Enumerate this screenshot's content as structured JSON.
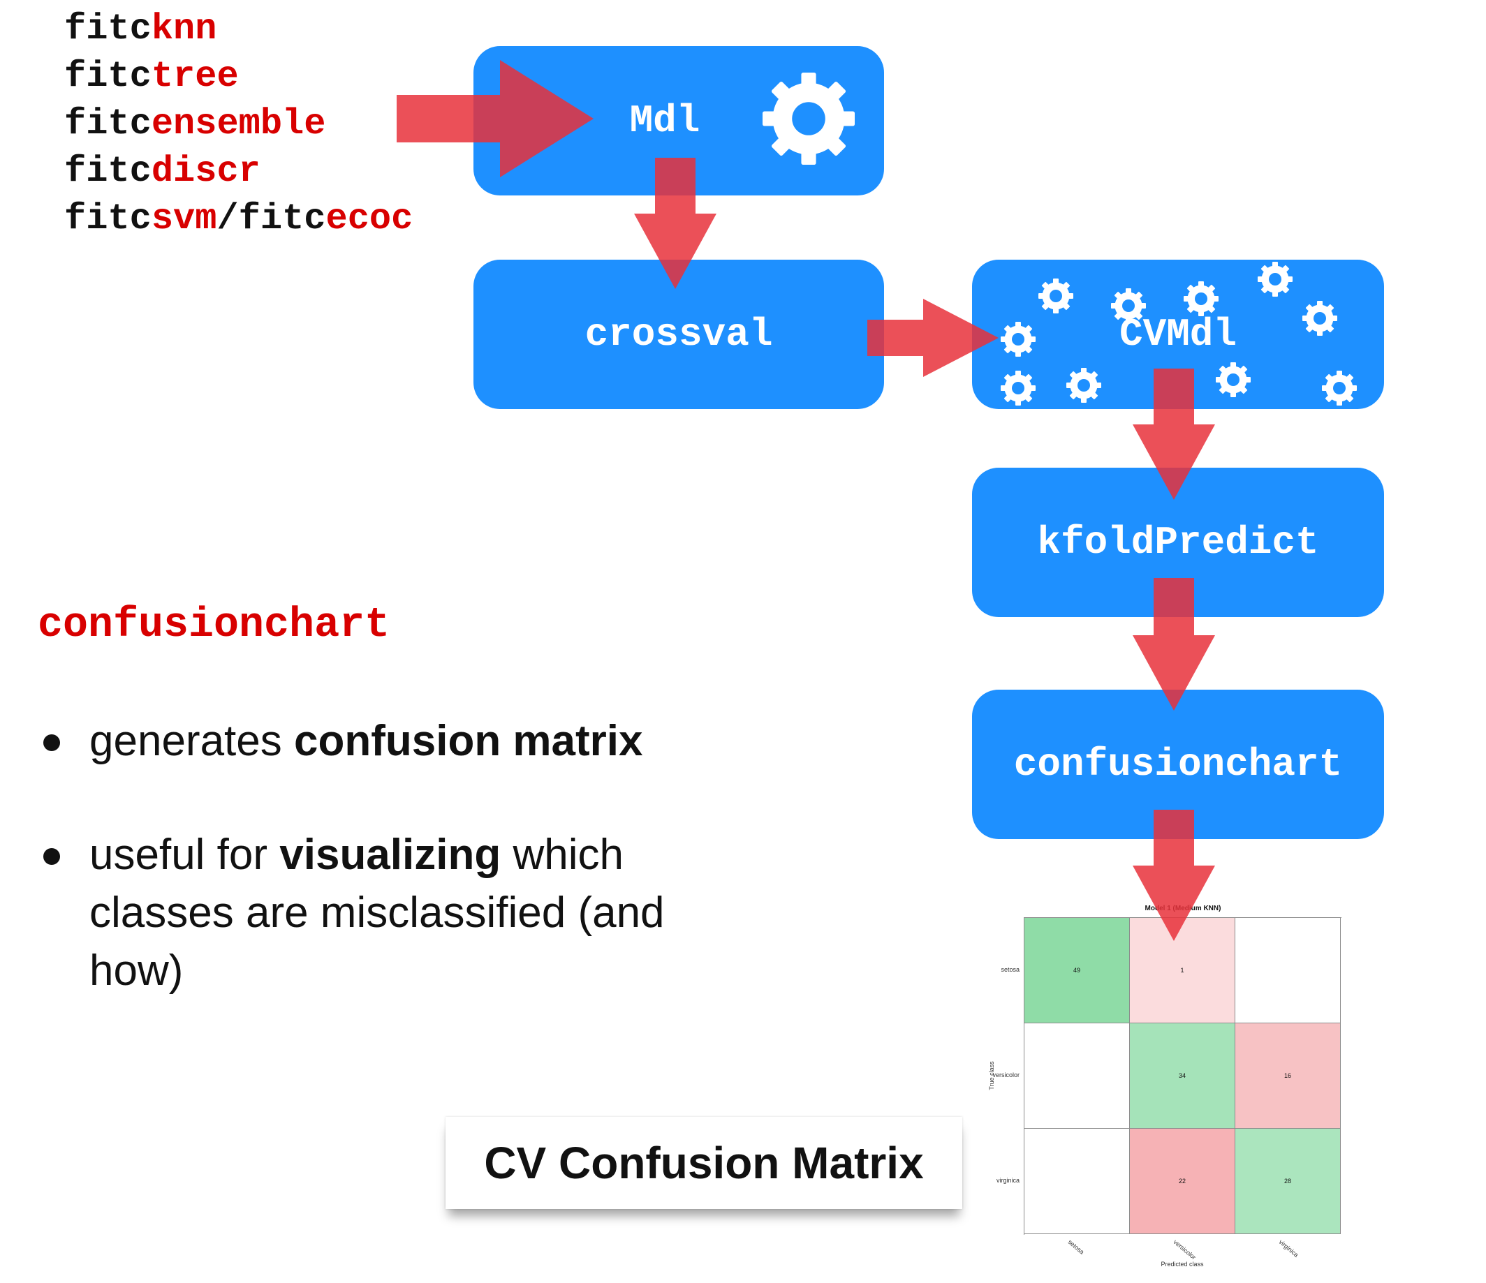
{
  "fit_functions": [
    {
      "prefix": "fitc",
      "suffix": "knn"
    },
    {
      "prefix": "fitc",
      "suffix": "tree"
    },
    {
      "prefix": "fitc",
      "suffix": "ensemble"
    },
    {
      "prefix": "fitc",
      "suffix": "discr"
    },
    {
      "prefix": "fitc",
      "suffix": "svm",
      "sep": "/",
      "prefix2": "fitc",
      "suffix2": "ecoc"
    }
  ],
  "flow": {
    "mdl": "Mdl",
    "crossval": "crossval",
    "cvmdl": "CVMdl",
    "kfold": "kfoldPredict",
    "confusionchart": "confusionchart"
  },
  "section_title": "confusionchart",
  "bullets": {
    "b1_pre": "generates ",
    "b1_bold": "confusion matrix",
    "b2_pre": "useful for ",
    "b2_bold": "visualizing",
    "b2_post": " which classes are misclassified (and how)"
  },
  "caption": "CV Confusion Matrix",
  "colors": {
    "box_blue": "#1e90ff",
    "arrow_red": "#e8313b",
    "keyword_red": "#d80000"
  },
  "chart_data": {
    "type": "heatmap",
    "title": "Model 1 (Medium KNN)",
    "xlabel": "Predicted class",
    "ylabel": "True class",
    "row_labels": [
      "setosa",
      "versicolor",
      "virginica"
    ],
    "col_labels": [
      "setosa",
      "versicolor",
      "virginica"
    ],
    "matrix": [
      [
        49,
        1,
        null
      ],
      [
        null,
        34,
        16
      ],
      [
        null,
        22,
        28
      ]
    ],
    "cell_colors": [
      [
        "#8fdca7",
        "#fbdcdd",
        "#ffffff"
      ],
      [
        "#ffffff",
        "#a5e3b9",
        "#f7c2c4"
      ],
      [
        "#ffffff",
        "#f6b2b5",
        "#abe5be"
      ]
    ]
  }
}
